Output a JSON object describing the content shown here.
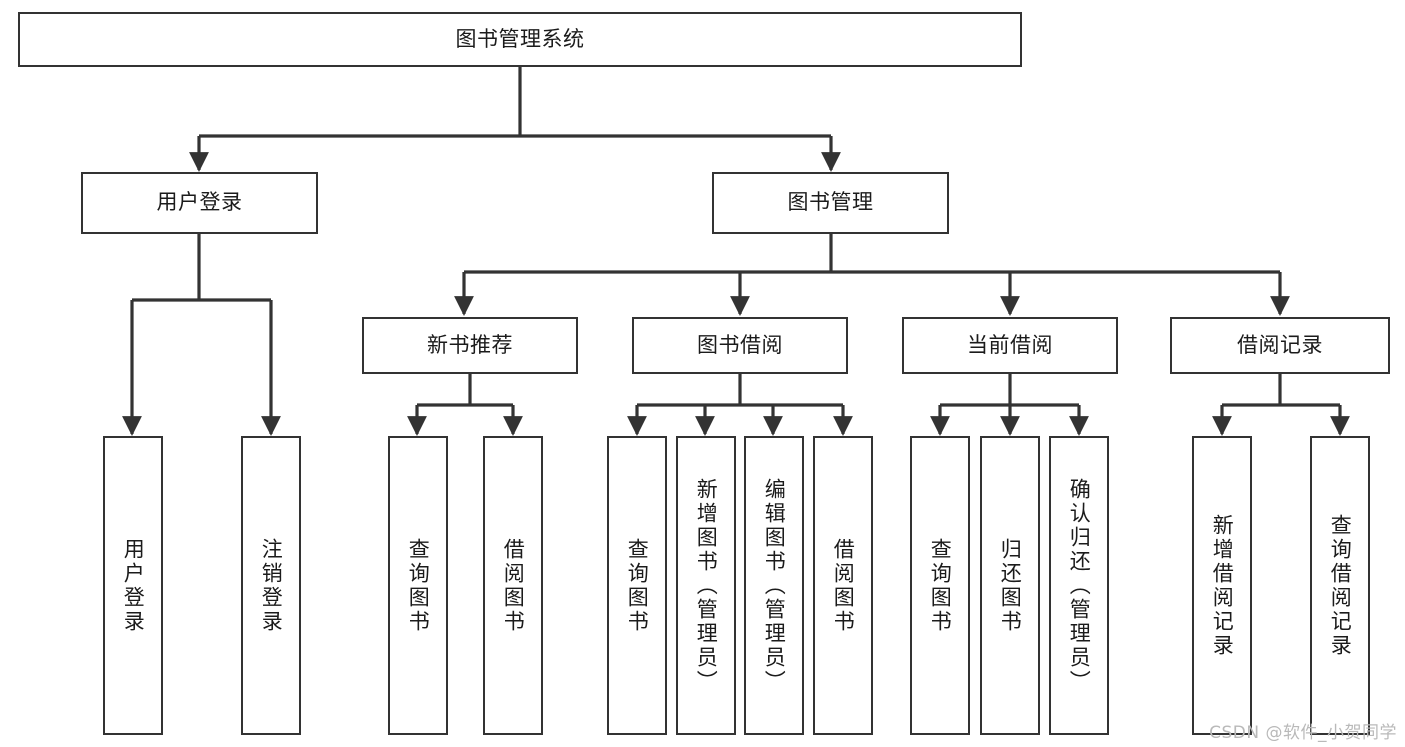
{
  "diagram": {
    "title": "图书管理系统",
    "type": "tree-hierarchy",
    "root": {
      "label": "图书管理系统"
    },
    "level2": [
      {
        "label": "用户登录"
      },
      {
        "label": "图书管理"
      }
    ],
    "level3": [
      {
        "label": "新书推荐"
      },
      {
        "label": "图书借阅"
      },
      {
        "label": "当前借阅"
      },
      {
        "label": "借阅记录"
      }
    ],
    "leaves": {
      "user_login": [
        {
          "label": "用户登录"
        },
        {
          "label": "注销登录"
        }
      ],
      "new_book_recommend": [
        {
          "label": "查询图书"
        },
        {
          "label": "借阅图书"
        }
      ],
      "book_borrow": [
        {
          "label": "查询图书"
        },
        {
          "label": "新增图书（管理员）"
        },
        {
          "label": "编辑图书（管理员）"
        },
        {
          "label": "借阅图书"
        }
      ],
      "current_borrow": [
        {
          "label": "查询图书"
        },
        {
          "label": "归还图书"
        },
        {
          "label": "确认归还（管理员）"
        }
      ],
      "borrow_record": [
        {
          "label": "新增借阅记录"
        },
        {
          "label": "查询借阅记录"
        }
      ]
    }
  },
  "watermark": {
    "text": "CSDN @软件_小贺同学"
  },
  "colors": {
    "stroke": "#333333",
    "fill": "#ffffff",
    "text": "#1b1b1b",
    "watermark": "#b9b9b9",
    "background": "#ffffff"
  }
}
